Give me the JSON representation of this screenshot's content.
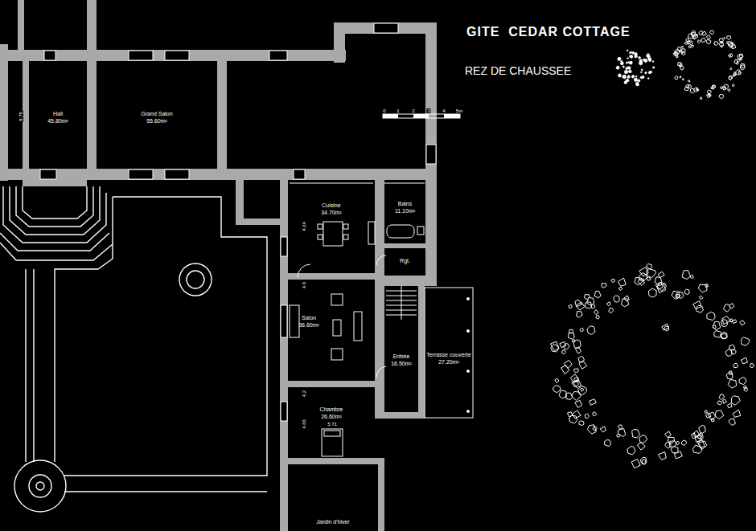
{
  "diagram": {
    "title": "GITE  CEDAR COTTAGE",
    "nodes": [
      {
        "text": [
          "Hall",
          "45.80m²"
        ]
      },
      {
        "text": [
          "Grand Salon",
          "55.60m²"
        ]
      },
      {
        "text": [
          "Cuisine",
          "34.70m²"
        ]
      },
      {
        "text": [
          "Bains",
          "11.10m²"
        ]
      },
      {
        "text": [
          "Rgt."
        ]
      },
      {
        "text": [
          "Salon",
          "36.60m²"
        ]
      },
      {
        "text": [
          "Entrée",
          "16.50m²"
        ]
      },
      {
        "text": [
          "Terrasse couverte",
          "27.20m²"
        ]
      },
      {
        "text": [
          "Chambre",
          "26.60m²"
        ]
      },
      {
        "text": [
          "Jardin d'hiver"
        ]
      }
    ],
    "labels": [
      "REZ DE CHAUSSEE",
      "0",
      "1",
      "2",
      "3",
      "4",
      "5m",
      "8.75",
      "4.24",
      "4.6",
      "4.2",
      "4.66",
      "5.71"
    ]
  }
}
